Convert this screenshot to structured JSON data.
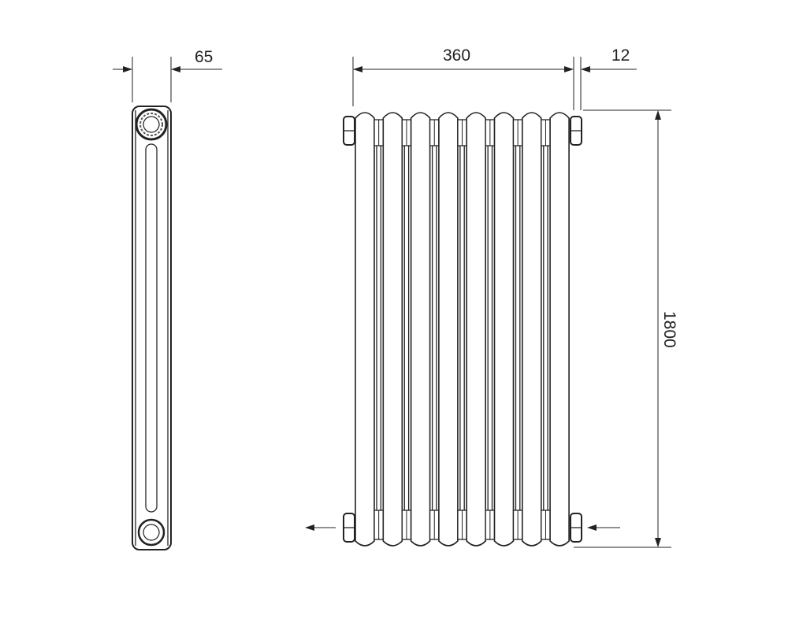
{
  "dimensions": {
    "depth": "65",
    "width": "360",
    "offset": "12",
    "height": "1800"
  },
  "radiator": {
    "sections": 8
  },
  "colors": {
    "line": "#222222",
    "background": "#ffffff"
  }
}
